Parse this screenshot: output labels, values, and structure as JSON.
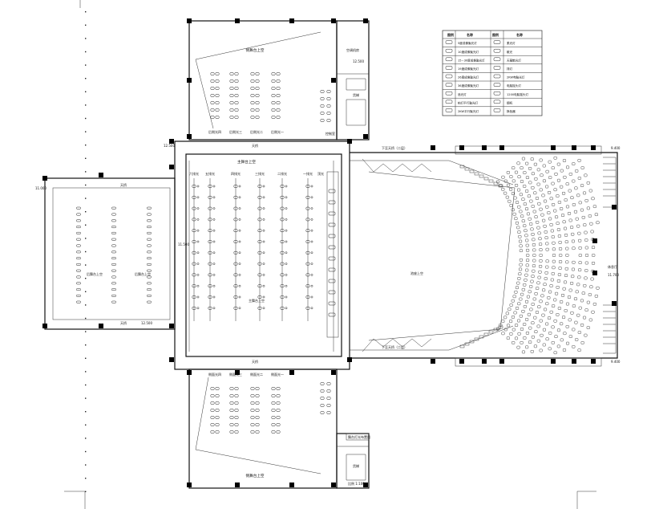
{
  "labels": {
    "side_stage_top": "侧舞台上空",
    "side_stage_bottom": "侧舞台上空",
    "main_stage": "主舞台上空",
    "back_stage_left": "后舞台上空",
    "back_stage_right": "后舞台上空",
    "auditorium": "池座上空",
    "rest_hall": "休息厅",
    "sky_bridge": "天桥",
    "stage_lamp": "灯光",
    "stair_left_top": "下至天桥（二层）",
    "stair_left_bottom": "下至天桥（二层）",
    "ac_room": "空调机房",
    "elevator": "货梯",
    "ctrl_room": "控制室",
    "stage_bar_names": [
      "后侧光四",
      "后侧光三",
      "后侧光二",
      "后侧光一"
    ],
    "front_bar_names": [
      "侧面光四",
      "侧面光三",
      "侧面光二",
      "侧面光一"
    ],
    "main_bar_names": [
      "六排光",
      "五排光",
      "四排光",
      "三排光",
      "二排光",
      "一排光",
      "顶光"
    ],
    "elev_top": "12.500",
    "elev_mid": "11.500",
    "elev_right": "9.400",
    "elev_rest": "11.700",
    "elev_left": "11.000",
    "elev_back": "12.500",
    "elev_stage": "12.500"
  },
  "legend": {
    "headers": [
      "图例",
      "名称",
      "图例",
      "名称"
    ],
    "rows": [
      [
        "5度成像聚光灯",
        "柔光灯"
      ],
      [
        "10度成像聚光灯",
        "散光"
      ],
      [
        "15~30度成像聚光灯",
        "天幕散光灯"
      ],
      [
        "19度成像聚光灯",
        "排灯"
      ],
      [
        "26度成像聚光灯",
        "2KW电脑光灯"
      ],
      [
        "36度成像聚光灯",
        "电脑摇头灯"
      ],
      [
        "追光灯",
        "1200电脑摇头灯"
      ],
      [
        "帕灯平行聚光灯",
        "烟机"
      ],
      [
        "2KW平行聚光灯",
        "换色器"
      ]
    ]
  },
  "title_block": {
    "caption": "舞台灯光布置图",
    "scale": "比例 1:100"
  }
}
